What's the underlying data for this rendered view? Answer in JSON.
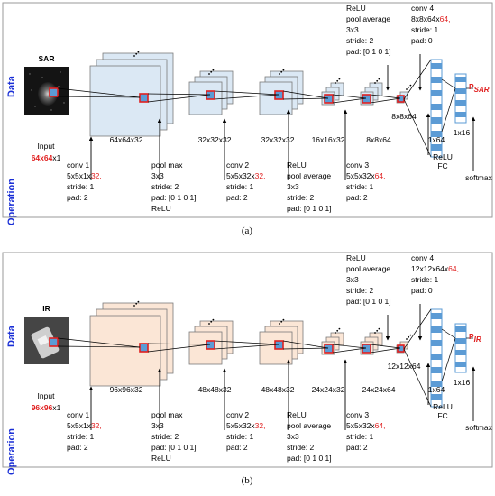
{
  "panels": [
    {
      "caption": "(a)",
      "side_label_data": "Data",
      "side_label_operation": "Operation",
      "image_label": "SAR",
      "input_label": "Input",
      "input_size_red": "64x64",
      "input_size_suffix": "x1",
      "output_prefix": "P",
      "output_subscript": "SAR",
      "fill": "#dbe8f4",
      "dims": [
        "64x64x32",
        "32x32x32",
        "32x32x32",
        "16x16x32",
        "8x8x64",
        "8x8x64"
      ],
      "fc_dim1": "1x64",
      "fc_dim2": "1x16",
      "fc_label": "ReLU\nFC",
      "softmax": "softmax",
      "ops": [
        [
          "conv 1",
          "5x5x1x|32,",
          "stride: 1",
          "pad: 2"
        ],
        [
          "pool max",
          "3x3",
          "stride: 2",
          "pad: [0 1 0 1]",
          "ReLU"
        ],
        [
          "conv 2",
          "5x5x32x|32,",
          "stride: 1",
          "pad: 2"
        ],
        [
          "ReLU",
          "pool average",
          "3x3",
          "stride: 2",
          "pad: [0 1 0 1]"
        ],
        [
          "conv 3",
          "5x5x32x|64,",
          "stride: 1",
          "pad: 2"
        ]
      ],
      "top_ops": [
        [
          "ReLU",
          "pool average",
          "3x3",
          "stride: 2",
          "pad: [0 1 0 1]"
        ],
        [
          "conv 4",
          "8x8x64x|64,",
          "stride: 1",
          "pad: 0"
        ]
      ]
    },
    {
      "caption": "(b)",
      "side_label_data": "Data",
      "side_label_operation": "Operation",
      "image_label": "IR",
      "input_label": "Input",
      "input_size_red": "96x96",
      "input_size_suffix": "x1",
      "output_prefix": "P",
      "output_subscript": "IR",
      "fill": "#fbe6d6",
      "dims": [
        "96x96x32",
        "48x48x32",
        "48x48x32",
        "24x24x32",
        "24x24x64",
        "12x12x64"
      ],
      "fc_dim1": "1x64",
      "fc_dim2": "1x16",
      "fc_label": "ReLU\nFC",
      "softmax": "softmax",
      "ops": [
        [
          "conv 1",
          "5x5x1x|32,",
          "stride: 1",
          "pad: 2"
        ],
        [
          "pool max",
          "3x3",
          "stride: 2",
          "pad: [0 1 0 1]",
          "ReLU"
        ],
        [
          "conv 2",
          "5x5x32x|32,",
          "stride: 1",
          "pad: 2"
        ],
        [
          "ReLU",
          "pool average",
          "3x3",
          "stride: 2",
          "pad: [0 1 0 1]"
        ],
        [
          "conv 3",
          "5x5x32x|64,",
          "stride: 1",
          "pad: 2"
        ]
      ],
      "top_ops": [
        [
          "ReLU",
          "pool average",
          "3x3",
          "stride: 2",
          "pad: [0 1 0 1]"
        ],
        [
          "conv 4",
          "12x12x64x|64,",
          "stride: 1",
          "pad: 0"
        ]
      ]
    }
  ],
  "colors": {
    "frame": "#7a7a7a",
    "highlight": "#e02020",
    "patch": "#5b9bd5",
    "fc_blue": "#5b9bd5",
    "side_text": "#1a2fd6"
  }
}
